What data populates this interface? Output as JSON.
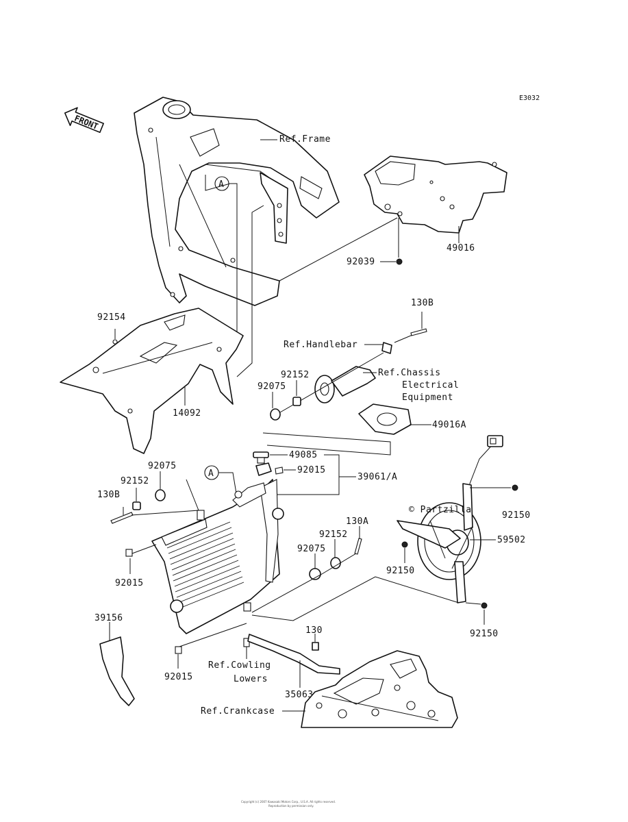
{
  "diagram_code": "E3032",
  "front_arrow": "FRONT",
  "copyright_mark": "© Partzilla",
  "footer_line1": "Copyright (c) 2007 Kawasaki Motors Corp., U.S.A. All rights reserved.",
  "footer_line2": "Reproduction by permission only.",
  "callouts": {
    "A": "A",
    "ref_frame": "Ref.Frame",
    "ref_handlebar": "Ref.Handlebar",
    "ref_chassis_1": "Ref.Chassis",
    "ref_chassis_2": "Electrical",
    "ref_chassis_3": "Equipment",
    "ref_cowling_1": "Ref.Cowling",
    "ref_cowling_2": "Lowers",
    "ref_crankcase": "Ref.Crankcase"
  },
  "parts": {
    "p49016": "49016",
    "p92039": "92039",
    "p130B_top": "130B",
    "p92154": "92154",
    "p14092": "14092",
    "p92152_top": "92152",
    "p92075_top": "92075",
    "p49016A": "49016A",
    "p49085": "49085",
    "p92015_top": "92015",
    "p39061A": "39061/A",
    "p92075_left": "92075",
    "p92152_left": "92152",
    "p130B_left": "130B",
    "p92015_left": "92015",
    "p130A": "130A",
    "p92152_mid": "92152",
    "p92075_mid": "92075",
    "p92150_right": "92150",
    "p59502": "59502",
    "p92150_mid": "92150",
    "p92150_bottom": "92150",
    "p39156": "39156",
    "p130": "130",
    "p92015_bottom": "92015",
    "p35063": "35063"
  }
}
